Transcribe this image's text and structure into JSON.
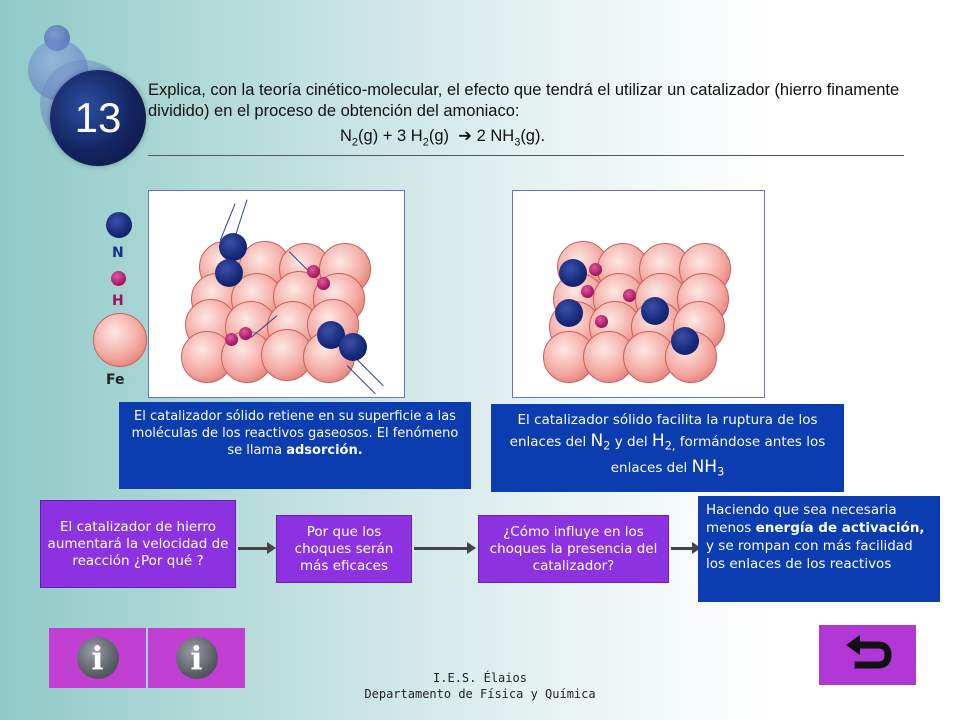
{
  "slide": {
    "number": "13",
    "question": "Explica, con la teoría cinético-molecular, el efecto que tendrá el utilizar un catalizador (hierro finamente dividido) en el proceso de obtención del amoniaco:",
    "equation": {
      "n2_prefix": "N",
      "n2_sub": "2",
      "n2_state": "(g) + 3 H",
      "h2_sub": "2",
      "h2_state": "(g)",
      "arrow": "➔",
      "product": " 2 NH",
      "nh3_sub": "3",
      "nh3_state": "(g)."
    }
  },
  "legend": {
    "n_label": "N",
    "h_label": "H",
    "fe_label": "Fe",
    "n_color": "#1a2f87",
    "h_color": "#a2125e"
  },
  "boxes": {
    "adsorption": {
      "text": "El catalizador sólido retiene en su superficie a  las moléculas de los reactivos gaseosos. El fenómeno se llama ",
      "bold": "adsorción."
    },
    "rupture": {
      "text_a": "El catalizador sólido facilita la ruptura de los enlaces del ",
      "n2": "N",
      "n2_sub": "2",
      "and": " y del ",
      "h2": "H",
      "h2_sub": "2,",
      "text_b": " formándose antes los enlaces del ",
      "nh3": "NH",
      "nh3_sub": "3"
    },
    "flow": {
      "step1": "El catalizador de hierro aumentará la velocidad de reacción ¿Por qué ?",
      "step2": "Por que los choques serán más eficaces",
      "step3": "¿Cómo influye en los choques la presencia del catalizador?",
      "step4_a": "Haciendo que sea necesaria menos ",
      "step4_bold1": "energía de activación,",
      "step4_b": " y se rompan con más facilidad los enlaces de los reactivos"
    }
  },
  "buttons": {
    "info1_icon": "info-icon",
    "info2_icon": "info-icon",
    "back_icon": "return-arrow-icon"
  },
  "footer": {
    "line1": "I.E.S. Élaios",
    "line2": "Departamento de Física y Química"
  },
  "colors": {
    "blue_box": "#0b3cb0",
    "purple_box": "#8d32e0",
    "button": "#c13fd3"
  }
}
